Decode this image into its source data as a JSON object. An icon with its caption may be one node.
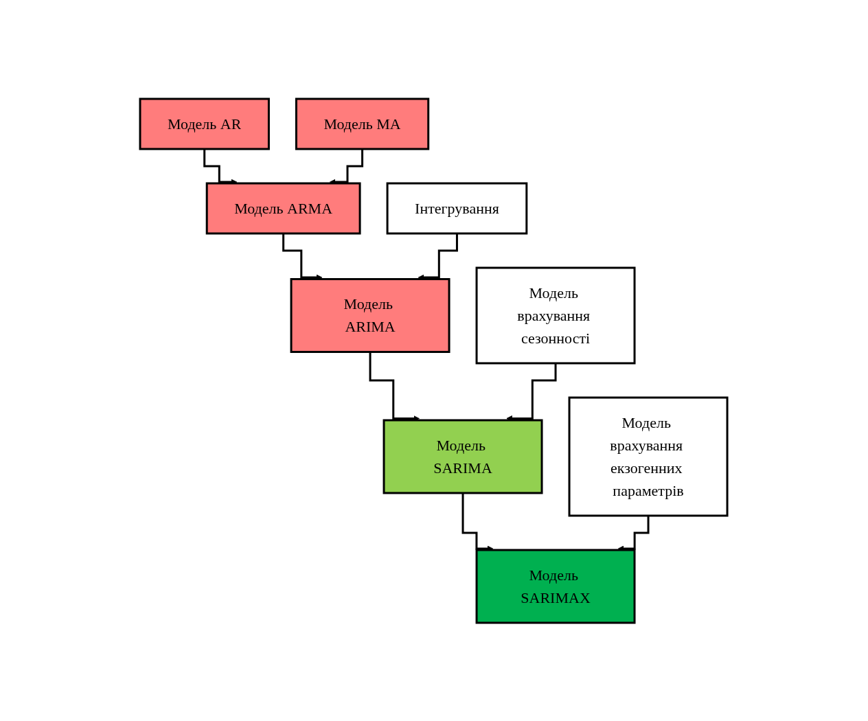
{
  "diagram": {
    "nodes": [
      {
        "text": [
          "Модель AR"
        ]
      },
      {
        "text": [
          "Модель MA"
        ]
      },
      {
        "text": [
          "Модель ARMA"
        ]
      },
      {
        "text": [
          "Інтегрування"
        ]
      },
      {
        "text": [
          "Модель ARIMA"
        ]
      },
      {
        "text": [
          "Модель врахування сезонності"
        ]
      },
      {
        "text": [
          "Модель SARIMA"
        ]
      },
      {
        "text": [
          "Модель врахування екзогенних параметрів"
        ]
      },
      {
        "text": [
          "Модель SARIMAX"
        ]
      }
    ],
    "edges": [
      {
        "from": 0,
        "to": 2,
        "arrow": "to"
      },
      {
        "from": 1,
        "to": 2,
        "arrow": "to"
      },
      {
        "from": 2,
        "to": 4,
        "arrow": "to"
      },
      {
        "from": 3,
        "to": 4,
        "arrow": "to"
      },
      {
        "from": 4,
        "to": 6,
        "arrow": "to"
      },
      {
        "from": 5,
        "to": 6,
        "arrow": "to"
      },
      {
        "from": 6,
        "to": 8,
        "arrow": "to"
      },
      {
        "from": 7,
        "to": 8,
        "arrow": "to"
      }
    ]
  }
}
